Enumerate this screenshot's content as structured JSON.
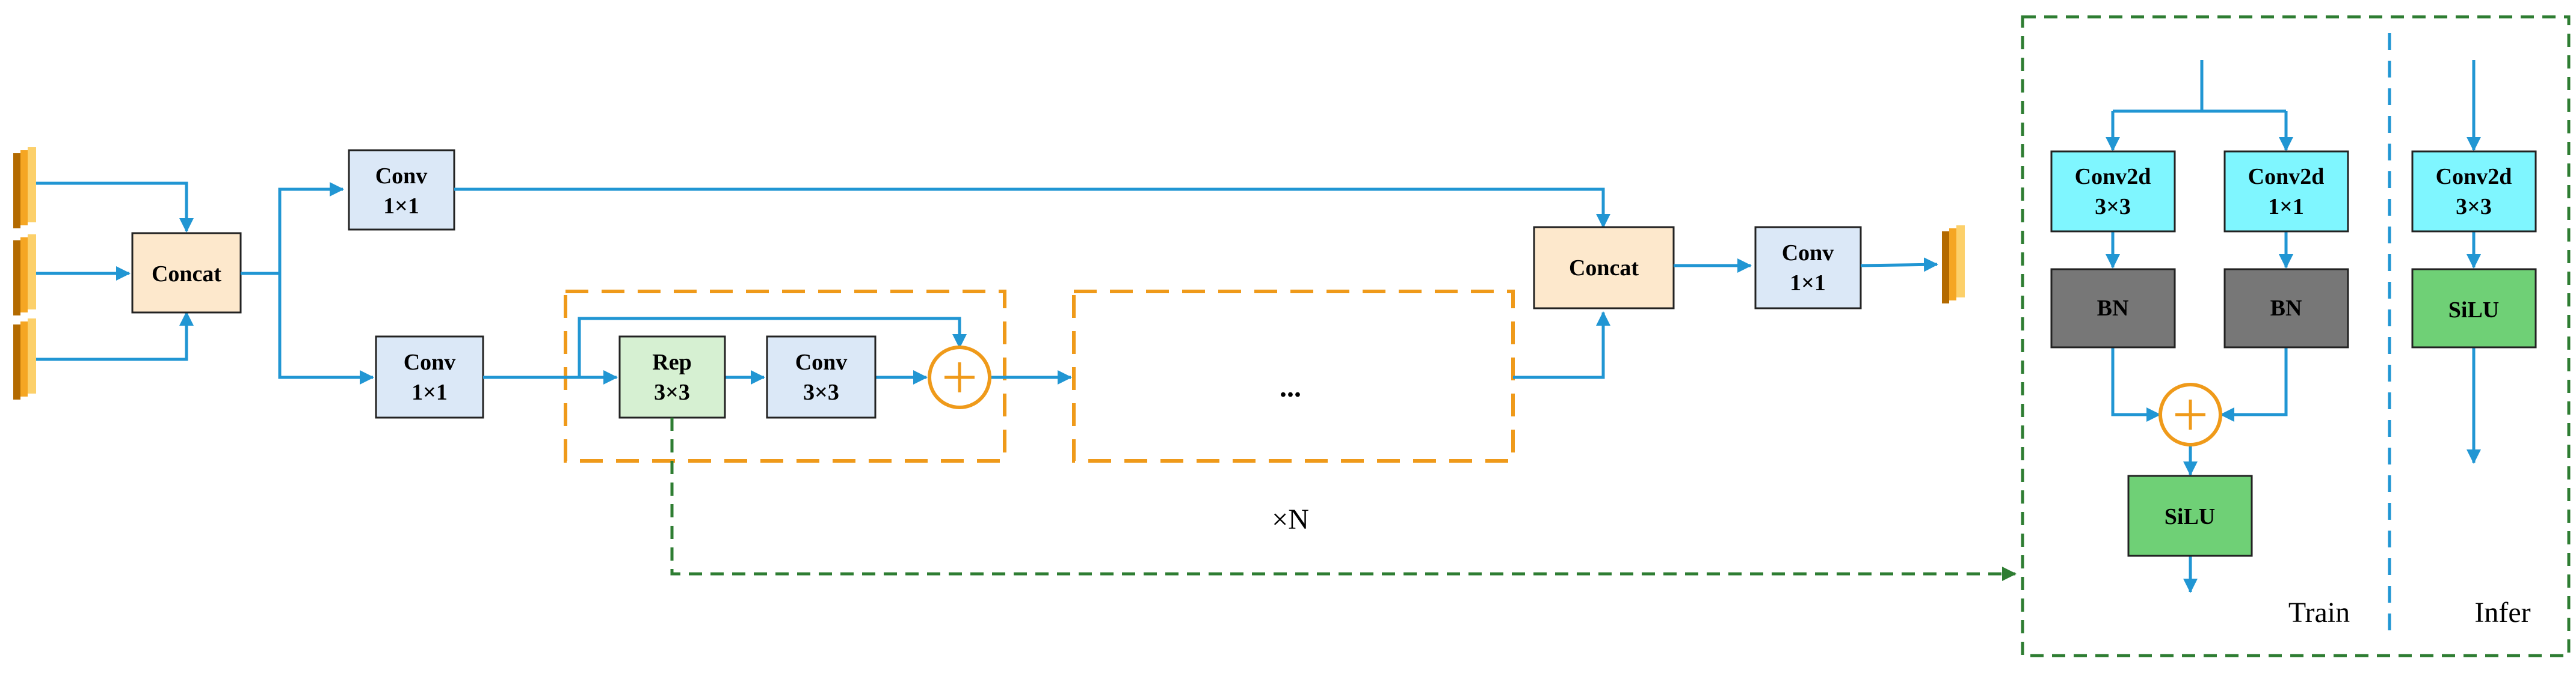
{
  "blocks": {
    "concat_left": "Concat",
    "conv_top": [
      "Conv",
      "1×1"
    ],
    "conv_bottom": [
      "Conv",
      "1×1"
    ],
    "rep": [
      "Rep",
      "3×3"
    ],
    "conv_inner": [
      "Conv",
      "3×3"
    ],
    "ellipsis": "...",
    "repeat_count": "×N",
    "concat_right": "Concat",
    "conv_out": [
      "Conv",
      "1×1"
    ]
  },
  "train_panel": {
    "conv_a": [
      "Conv2d",
      "3×3"
    ],
    "conv_b": [
      "Conv2d",
      "1×1"
    ],
    "bn_a": "BN",
    "bn_b": "BN",
    "silu": "SiLU",
    "label": "Train"
  },
  "infer_panel": {
    "conv": [
      "Conv2d",
      "3×3"
    ],
    "silu": "SiLU",
    "label": "Infer"
  },
  "colors": {
    "arrow": "#2196d3",
    "orange": "#ef9a1a",
    "green_dash": "#2e7d32",
    "concat_fill": "#fde8cc",
    "conv_fill": "#dbe8f7",
    "rep_fill": "#d6f0d2",
    "cyan_fill": "#7ff6ff",
    "bn_fill": "#777777",
    "silu_fill": "#6fd076"
  }
}
